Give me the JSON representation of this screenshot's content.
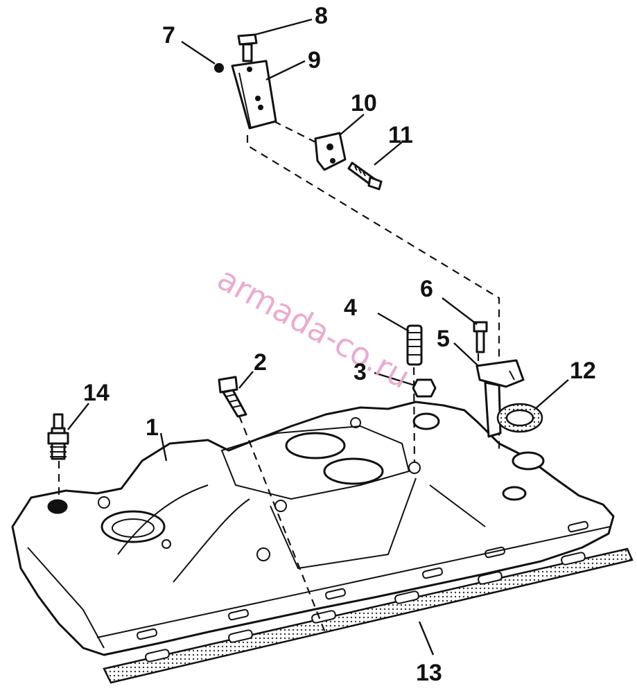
{
  "watermark": "armada-co.ru",
  "callouts": {
    "c1": "1",
    "c2": "2",
    "c3": "3",
    "c4": "4",
    "c5": "5",
    "c6": "6",
    "c7": "7",
    "c8": "8",
    "c9": "9",
    "c10": "10",
    "c11": "11",
    "c12": "12",
    "c13": "13",
    "c14": "14"
  }
}
